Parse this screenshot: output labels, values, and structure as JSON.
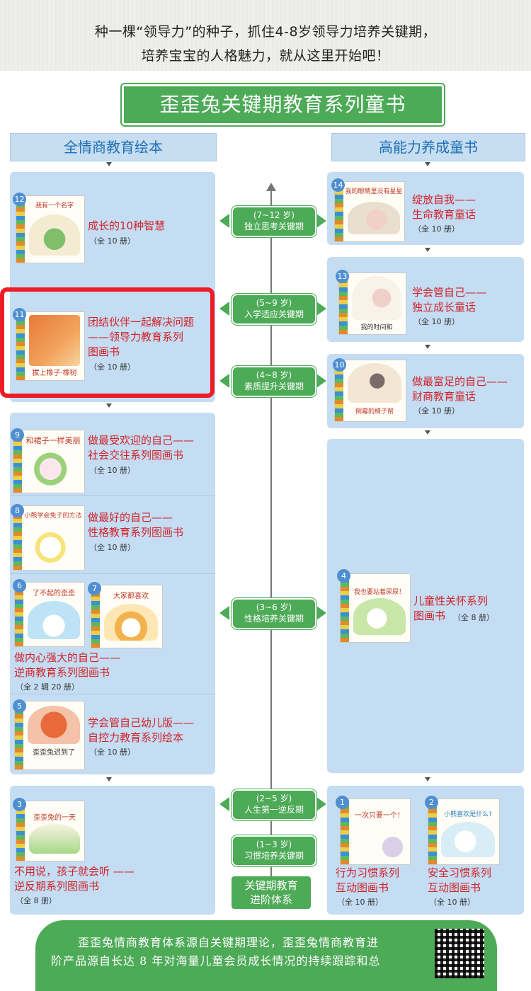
{
  "header": {
    "line1": "种一棵“领导力”的种子，抓住4-8岁领导力培养关键期，",
    "line2": "培养宝宝的人格魅力，就从这里开始吧！"
  },
  "main_title": "歪歪兔关键期教育系列童书",
  "left_heading": "全情商教育绘本",
  "right_heading": "高能力养成童书",
  "stages": [
    {
      "age": "(7~12 岁)",
      "name": "独立思考关键期"
    },
    {
      "age": "(5~9 岁)",
      "name": "入学适应关键期"
    },
    {
      "age": "(4~8 岁)",
      "name": "素质提升关键期"
    },
    {
      "age": "(3~6 岁)",
      "name": "性格培养关键期"
    },
    {
      "age": "(2~5 岁)",
      "name": "人生第一逆反期"
    },
    {
      "age": "(1~3 岁)",
      "name": "习惯培养关键期"
    }
  ],
  "base": {
    "line1": "关键期教育",
    "line2": "进阶体系"
  },
  "books": {
    "b12": {
      "num": "12",
      "t1": "成长的10种智慧",
      "count": "（全 10 册）",
      "cover": "我有一个名字"
    },
    "b11": {
      "num": "11",
      "t1": "团结伙伴一起解决问题",
      "t2": "——领导力教育系列",
      "t3": "图画书",
      "count": "（全 10 册）",
      "cover": "拔上橡子·橡树"
    },
    "b9": {
      "num": "9",
      "t1": "做最受欢迎的自己——",
      "t2": "社会交往系列图画书",
      "count": "（全 10 册）",
      "cover": "和裙子一样美丽"
    },
    "b8": {
      "num": "8",
      "t1": "做最好的自己——",
      "t2": "性格教育系列图画书",
      "count": "（全 10 册）",
      "cover": "小熊学会免子的方法"
    },
    "b6": {
      "num": "6",
      "cover": "了不起的歪歪"
    },
    "b7": {
      "num": "7",
      "cover": "大家都喜欢"
    },
    "b67": {
      "t1": "做内心强大的自己——",
      "t2": "逆商教育系列图画书",
      "count": "（全 2 辑 20 册）"
    },
    "b5": {
      "num": "5",
      "t1": "学会管自己幼儿版——",
      "t2": "自控力教育系列绘本",
      "count": "（全 10 册）",
      "cover": "歪歪兔迟到了"
    },
    "b3": {
      "num": "3",
      "t1": "不用说，孩子就会听 ——",
      "t2": "逆反期系列图画书",
      "count": "（全 8 册）",
      "cover": "歪歪兔的一天"
    },
    "b14": {
      "num": "14",
      "t1": "绽放自我——",
      "t2": "生命教育童话",
      "count": "（全 10 册）",
      "cover": "我的眼睛里没有星星"
    },
    "b13": {
      "num": "13",
      "t1": "学会管自己——",
      "t2": "独立成长童话",
      "count": "（全 10 册）",
      "cover": "我的时间和"
    },
    "b10": {
      "num": "10",
      "t1": "做最富足的自己——",
      "t2": "财商教育童话",
      "count": "（全 10 册）",
      "cover": "倒霉的椅子帮"
    },
    "b4": {
      "num": "4",
      "t1": "儿童性关怀系列",
      "t2": "图画书",
      "count": "（全 8 册）",
      "cover": "我也要站着尿尿！"
    },
    "b1": {
      "num": "1",
      "t1": "行为习惯系列",
      "t2": "互动图画书",
      "count": "（全 10 册）",
      "cover": "一次只要一个！"
    },
    "b2": {
      "num": "2",
      "t1": "安全习惯系列",
      "t2": "互动图画书",
      "count": "（全 10 册）",
      "cover": "小熊喜欢是什么?"
    }
  },
  "footer": {
    "line1": "歪歪兔情商教育体系源自关键期理论，歪歪兔情商教育进",
    "line2": "阶产品源自长达 8 年对海量儿童会员成长情况的持续跟踪和总"
  },
  "colors": {
    "green": "#4daa57",
    "blue_panel": "#c4ddf2",
    "red": "#d3222a",
    "highlight": "#ee1c25"
  }
}
